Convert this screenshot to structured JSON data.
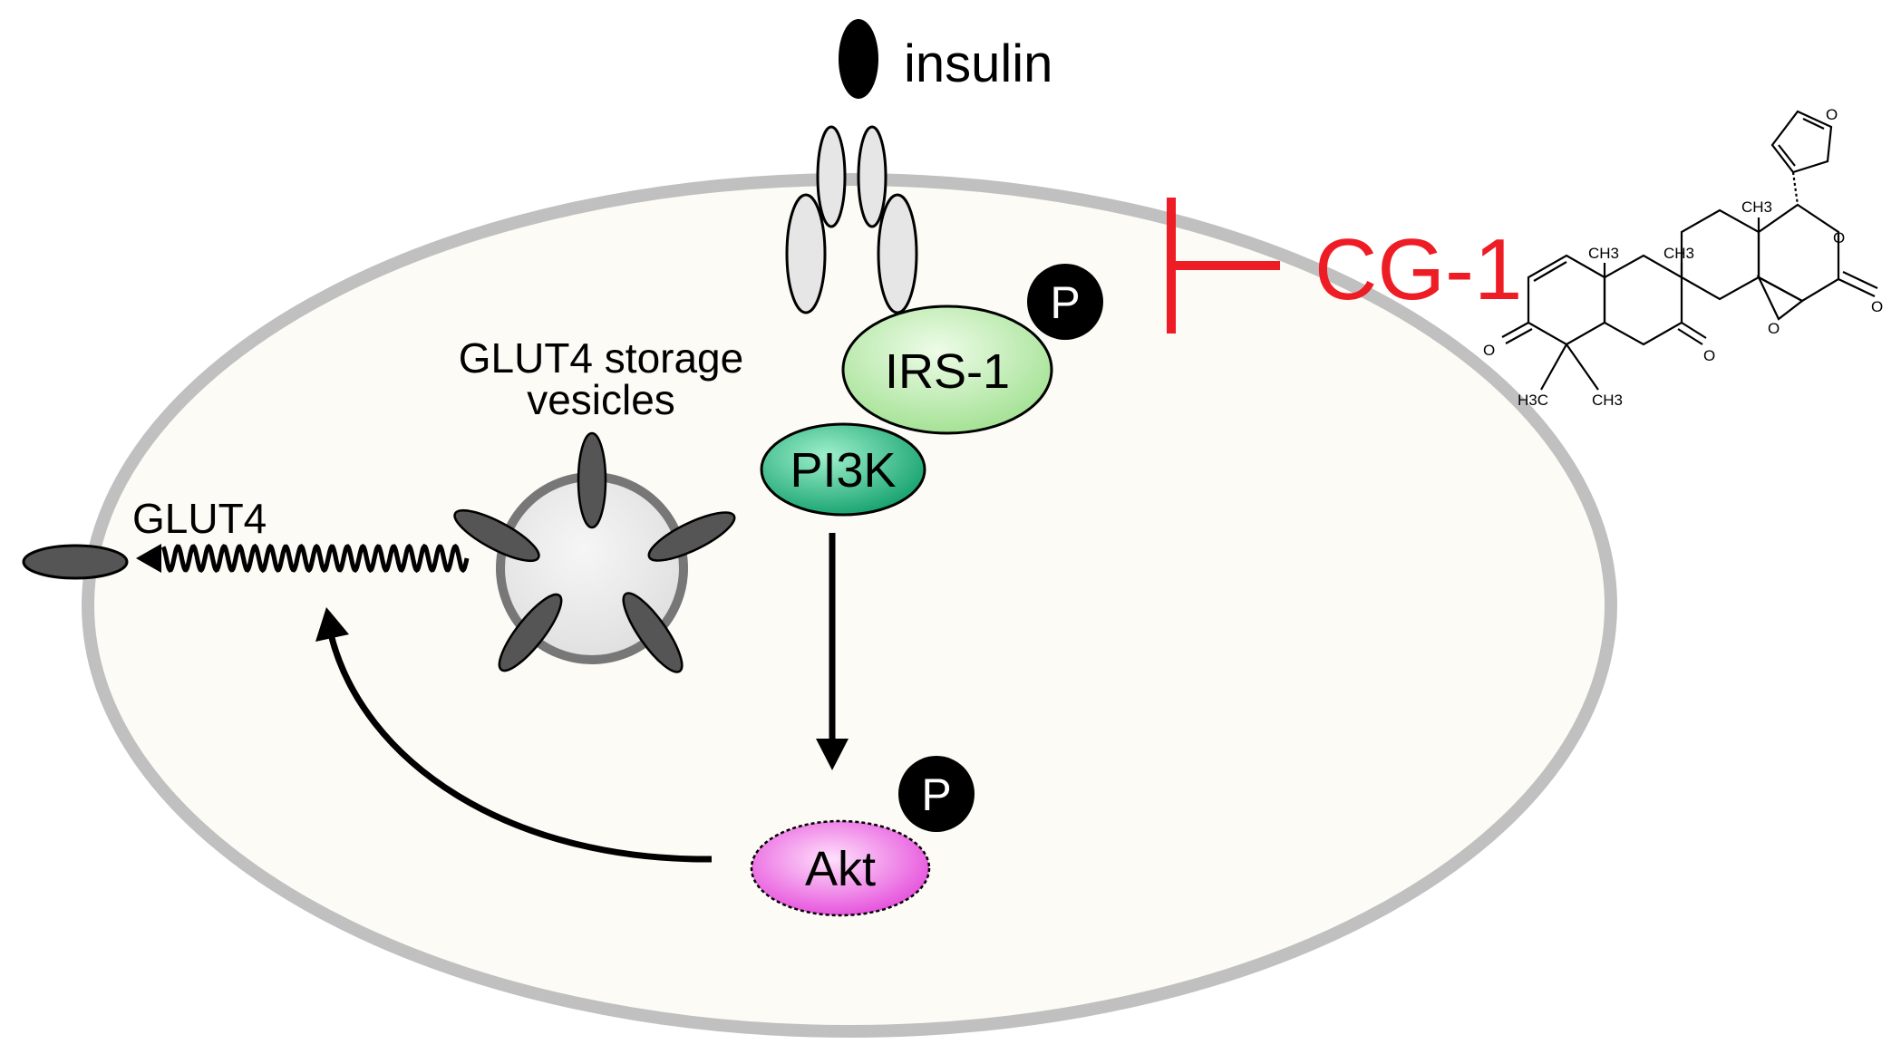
{
  "labels": {
    "insulin": "insulin",
    "glut4_storage_line1": "GLUT4 storage",
    "glut4_storage_line2": "vesicles",
    "glut4": "GLUT4",
    "irs1": "IRS-1",
    "pi3k": "PI3K",
    "akt": "Akt",
    "phospho": "P",
    "inhibitor": "CG-1"
  },
  "structure_labels": {
    "ch3": "CH3",
    "h3c": "H3C",
    "o": "O"
  },
  "colors": {
    "cell_fill": "#fcfbf5",
    "cell_border": "#c0c0c0",
    "inhibitor": "#ee1c24",
    "irs1_fill": "#b8ecac",
    "pi3k_fill": "#1fb37f",
    "akt_fill": "#ee55e6",
    "receptor_fill": "#e6e6e6",
    "glut4_fill": "#555555",
    "vesicle_fill": "#eeeeee"
  }
}
